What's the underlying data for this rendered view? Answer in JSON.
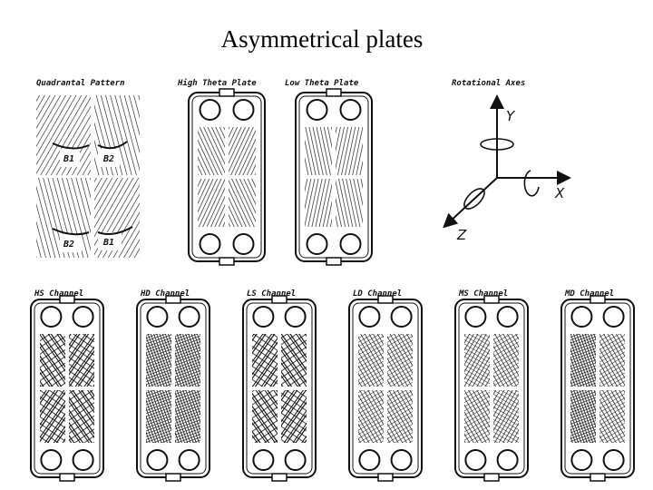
{
  "title": "Asymmetrical plates",
  "top_row": {
    "quadrantal_pattern": {
      "label": "Quadrantal Pattern",
      "angles": [
        "B1",
        "B2",
        "B2",
        "B1"
      ]
    },
    "high_theta_plate": {
      "label": "High Theta Plate"
    },
    "low_theta_plate": {
      "label": "Low Theta Plate"
    },
    "rotational_axes": {
      "label": "Rotational Axes",
      "axes": {
        "y": "Y",
        "x": "X",
        "z": "Z"
      }
    }
  },
  "channels": [
    {
      "label": "HS Channel",
      "pattern": "H-H"
    },
    {
      "label": "HD Channel",
      "pattern": "H-D"
    },
    {
      "label": "LS Channel",
      "pattern": "L-L"
    },
    {
      "label": "LD Channel",
      "pattern": "L-D"
    },
    {
      "label": "MS Channel",
      "pattern": "M-S"
    },
    {
      "label": "MD Channel",
      "pattern": "M-D"
    }
  ],
  "colors": {
    "ink": "#111111",
    "background": "#ffffff"
  }
}
